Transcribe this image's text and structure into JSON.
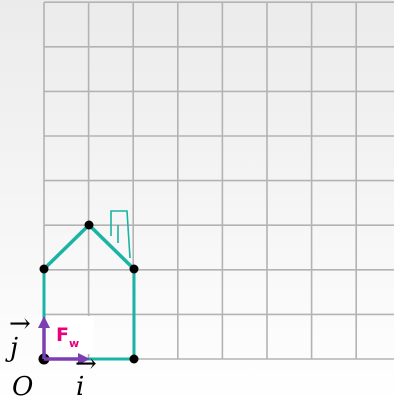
{
  "frame_label": {
    "main": "F",
    "sub": "w"
  },
  "vector_i_label": "i",
  "vector_j_label": "j",
  "origin_label": "O",
  "colors": {
    "grid": "#b3b3b3",
    "house": "#1ab3a6",
    "vectors": "#7b3fb3",
    "frame_label": "#e6007e",
    "vertex": "#000000"
  }
}
